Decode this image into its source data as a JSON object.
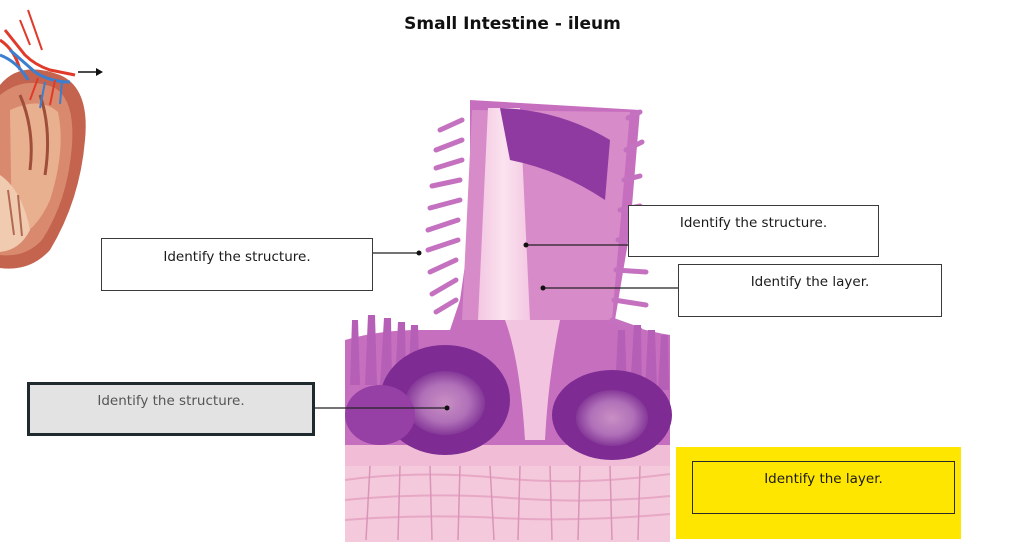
{
  "title": "Small Intestine - ileum",
  "labels": {
    "villus": "Identify the structure.",
    "lacteal": "Identify the structure.",
    "lamina_propria": "Identify the layer.",
    "peyers_patch": "Identify the structure.",
    "muscularis": "Identify the layer."
  },
  "colors": {
    "highlight": "#ffe600",
    "tissue_dark": "#8e3aa0",
    "tissue_light": "#e7a6d4",
    "muscle": "#f5c9dc",
    "vessel_red": "#e03a2a",
    "vessel_blue": "#3a7fd0"
  }
}
